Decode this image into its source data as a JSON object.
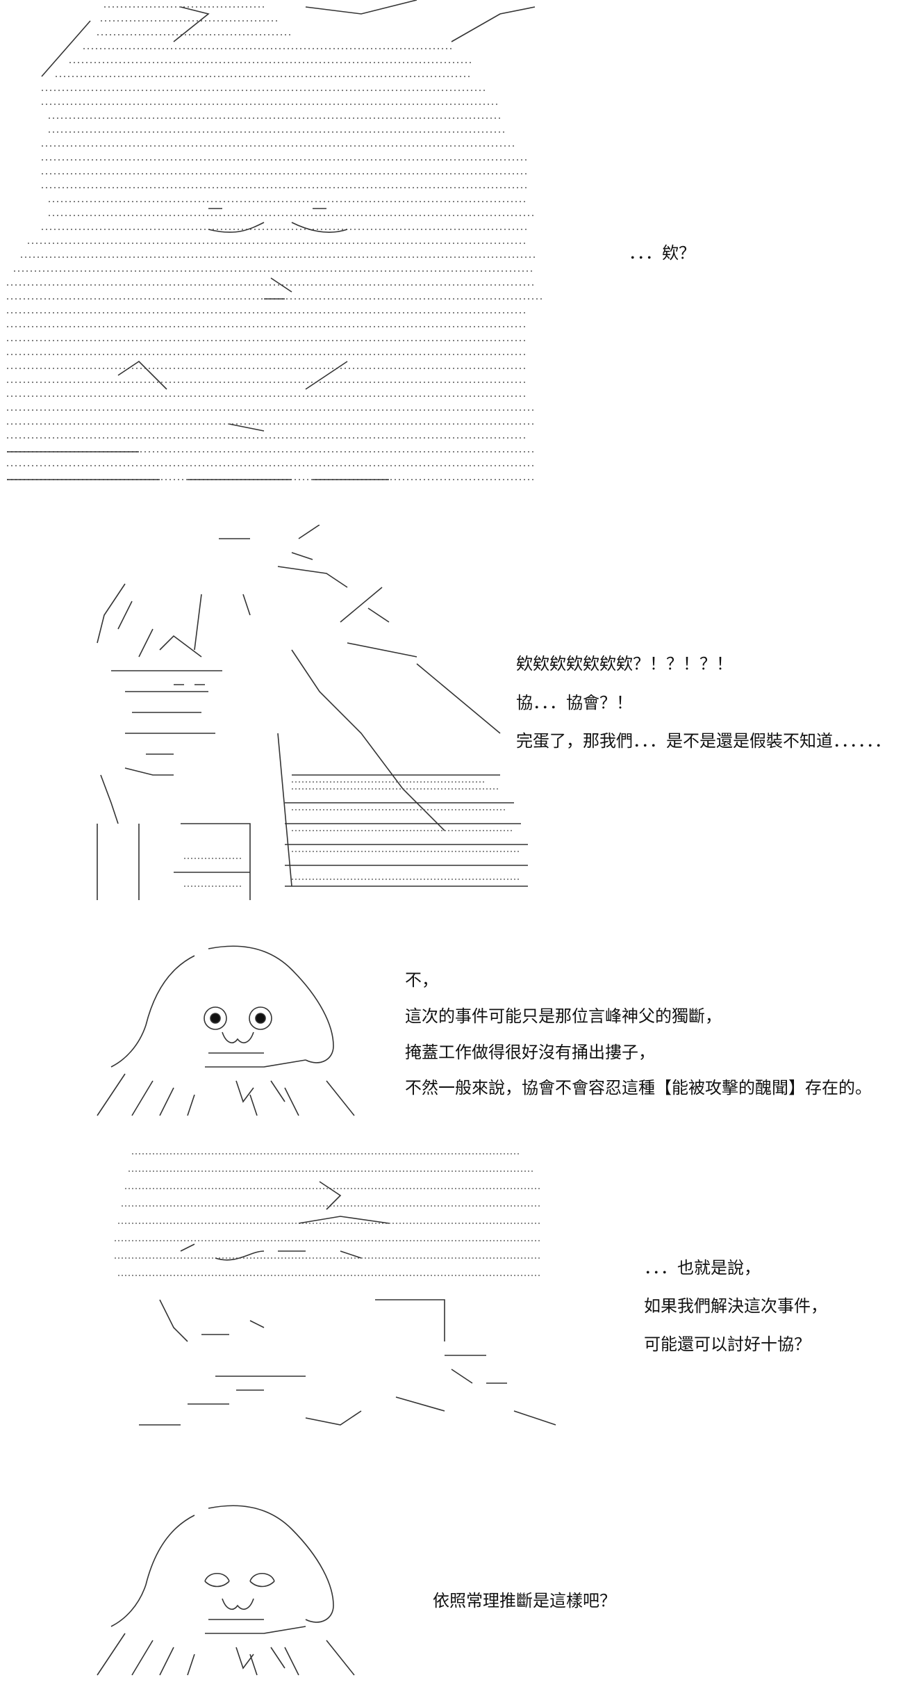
{
  "panels": [
    {
      "id": "panel1",
      "figure": "ascii-art-girl-large-hair",
      "lines": [
        "．．．欸？"
      ]
    },
    {
      "id": "panel2",
      "figure": "ascii-art-girl-thinking",
      "lines": [
        "欸欸欸欸欸欸欸？！？！？！",
        "協．．．協會？！",
        "完蛋了，那我們．．．是不是還是假裝不知道．．．．．．"
      ]
    },
    {
      "id": "panel3",
      "figure": "ascii-art-round-mascot-eyes-open",
      "lines": [
        "不，",
        "這次的事件可能只是那位言峰神父的獨斷，",
        "掩蓋工作做得很好沒有捅出摟子，",
        "不然一般來說，協會不會容忍這種【能被攻擊的醜聞】存在的。"
      ]
    },
    {
      "id": "panel4",
      "figure": "ascii-art-girl-smiling",
      "lines": [
        "．．．也就是說，",
        "如果我們解決這次事件，",
        "可能還可以討好十協？"
      ]
    },
    {
      "id": "panel5",
      "figure": "ascii-art-round-mascot-eyes-closed",
      "lines": [
        "依照常理推斷是這樣吧？"
      ]
    }
  ]
}
